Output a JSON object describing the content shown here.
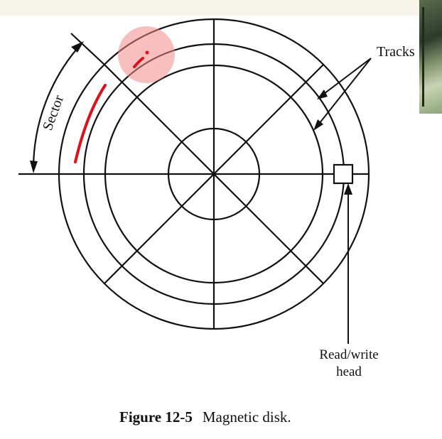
{
  "labels": {
    "sector": "Sector",
    "tracks": "Tracks",
    "read_write_line1": "Read/write",
    "read_write_line2": "head"
  },
  "caption": {
    "figure_number": "Figure 12-5",
    "title": "Magnetic disk."
  },
  "colors": {
    "ink": "#111111",
    "annotation_red": "#e0101a",
    "highlight_pink": "#f28b8b"
  }
}
